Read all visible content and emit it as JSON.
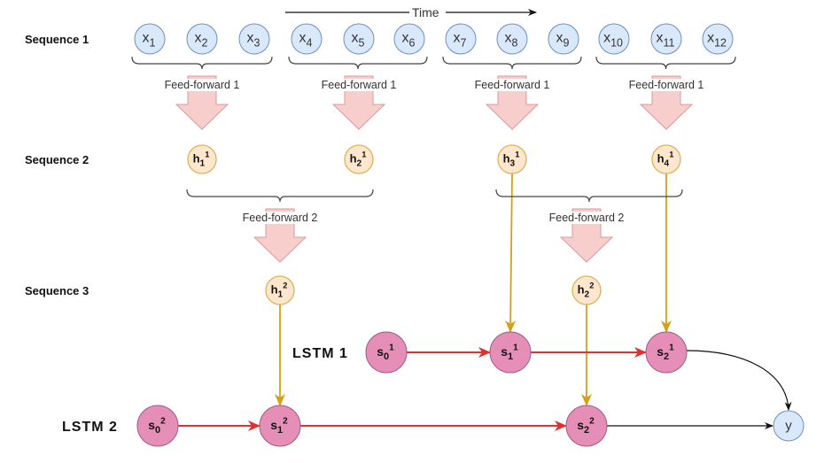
{
  "rows": {
    "sequence1": "Sequence 1",
    "sequence2": "Sequence 2",
    "sequence3": "Sequence 3",
    "lstm1": "LSTM 1",
    "lstm2": "LSTM 2"
  },
  "time_label": "Time",
  "sequence1_nodes": [
    {
      "base": "x",
      "sub": "1"
    },
    {
      "base": "x",
      "sub": "2"
    },
    {
      "base": "x",
      "sub": "3"
    },
    {
      "base": "x",
      "sub": "4"
    },
    {
      "base": "x",
      "sub": "5"
    },
    {
      "base": "x",
      "sub": "6"
    },
    {
      "base": "x",
      "sub": "7"
    },
    {
      "base": "x",
      "sub": "8"
    },
    {
      "base": "x",
      "sub": "9"
    },
    {
      "base": "x",
      "sub": "10"
    },
    {
      "base": "x",
      "sub": "11"
    },
    {
      "base": "x",
      "sub": "12"
    }
  ],
  "feedforward1_labels": [
    "Feed-forward 1",
    "Feed-forward 1",
    "Feed-forward 1",
    "Feed-forward 1"
  ],
  "sequence2_nodes": [
    {
      "base": "h",
      "sub": "1",
      "sup": "1"
    },
    {
      "base": "h",
      "sub": "2",
      "sup": "1"
    },
    {
      "base": "h",
      "sub": "3",
      "sup": "1"
    },
    {
      "base": "h",
      "sub": "4",
      "sup": "1"
    }
  ],
  "feedforward2_labels": [
    "Feed-forward 2",
    "Feed-forward 2"
  ],
  "sequence3_nodes": [
    {
      "base": "h",
      "sub": "1",
      "sup": "2"
    },
    {
      "base": "h",
      "sub": "2",
      "sup": "2"
    }
  ],
  "lstm1_nodes": [
    {
      "base": "s",
      "sub": "0",
      "sup": "1"
    },
    {
      "base": "s",
      "sub": "1",
      "sup": "1"
    },
    {
      "base": "s",
      "sub": "2",
      "sup": "1"
    }
  ],
  "lstm2_nodes": [
    {
      "base": "s",
      "sub": "0",
      "sup": "2"
    },
    {
      "base": "s",
      "sub": "1",
      "sup": "2"
    },
    {
      "base": "s",
      "sub": "2",
      "sup": "2"
    }
  ],
  "output_node": {
    "label": "y"
  },
  "colors": {
    "input_fill": "#dae8fc",
    "hidden_fill": "#ffe6cc",
    "state_fill": "#e58fb8",
    "feedforward_arrow": "#f8cecc",
    "recurrent_edge": "#e03030",
    "hidden_edge": "#d4a017"
  }
}
